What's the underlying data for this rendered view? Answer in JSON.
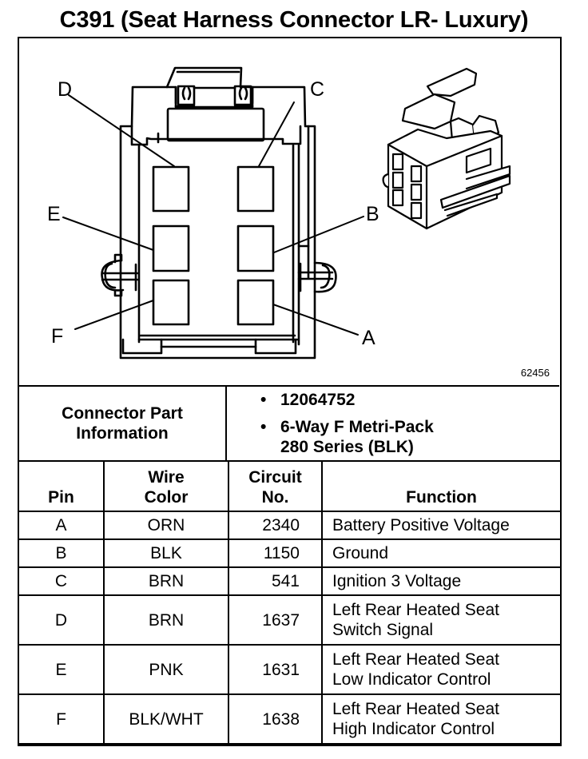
{
  "title": "C391 (Seat Harness Connector LR- Luxury)",
  "drawing": {
    "number": "62456",
    "icons": [
      "connector-face-view-icon",
      "connector-isometric-icon"
    ],
    "pin_labels": [
      "A",
      "B",
      "C",
      "D",
      "E",
      "F"
    ]
  },
  "connector_info": {
    "label_line1": "Connector Part",
    "label_line2": "Information",
    "items": [
      {
        "bullet": "•",
        "line1": "12064752",
        "line2": ""
      },
      {
        "bullet": "•",
        "line1": "6-Way F Metri-Pack",
        "line2": "280 Series (BLK)"
      }
    ]
  },
  "table": {
    "headers": {
      "pin": "Pin",
      "wire_line1": "Wire",
      "wire_line2": "Color",
      "circuit_line1": "Circuit",
      "circuit_line2": "No.",
      "function": "Function"
    },
    "rows": [
      {
        "pin": "A",
        "wire": "ORN",
        "circuit": "2340",
        "function_line1": "Battery Positive Voltage",
        "function_line2": ""
      },
      {
        "pin": "B",
        "wire": "BLK",
        "circuit": "1150",
        "function_line1": "Ground",
        "function_line2": ""
      },
      {
        "pin": "C",
        "wire": "BRN",
        "circuit": "541",
        "function_line1": "Ignition 3 Voltage",
        "function_line2": ""
      },
      {
        "pin": "D",
        "wire": "BRN",
        "circuit": "1637",
        "function_line1": "Left Rear Heated Seat",
        "function_line2": "Switch Signal"
      },
      {
        "pin": "E",
        "wire": "PNK",
        "circuit": "1631",
        "function_line1": "Left Rear Heated Seat",
        "function_line2": "Low Indicator Control"
      },
      {
        "pin": "F",
        "wire": "BLK/WHT",
        "circuit": "1638",
        "function_line1": "Left Rear Heated Seat",
        "function_line2": "High Indicator Control"
      }
    ]
  }
}
